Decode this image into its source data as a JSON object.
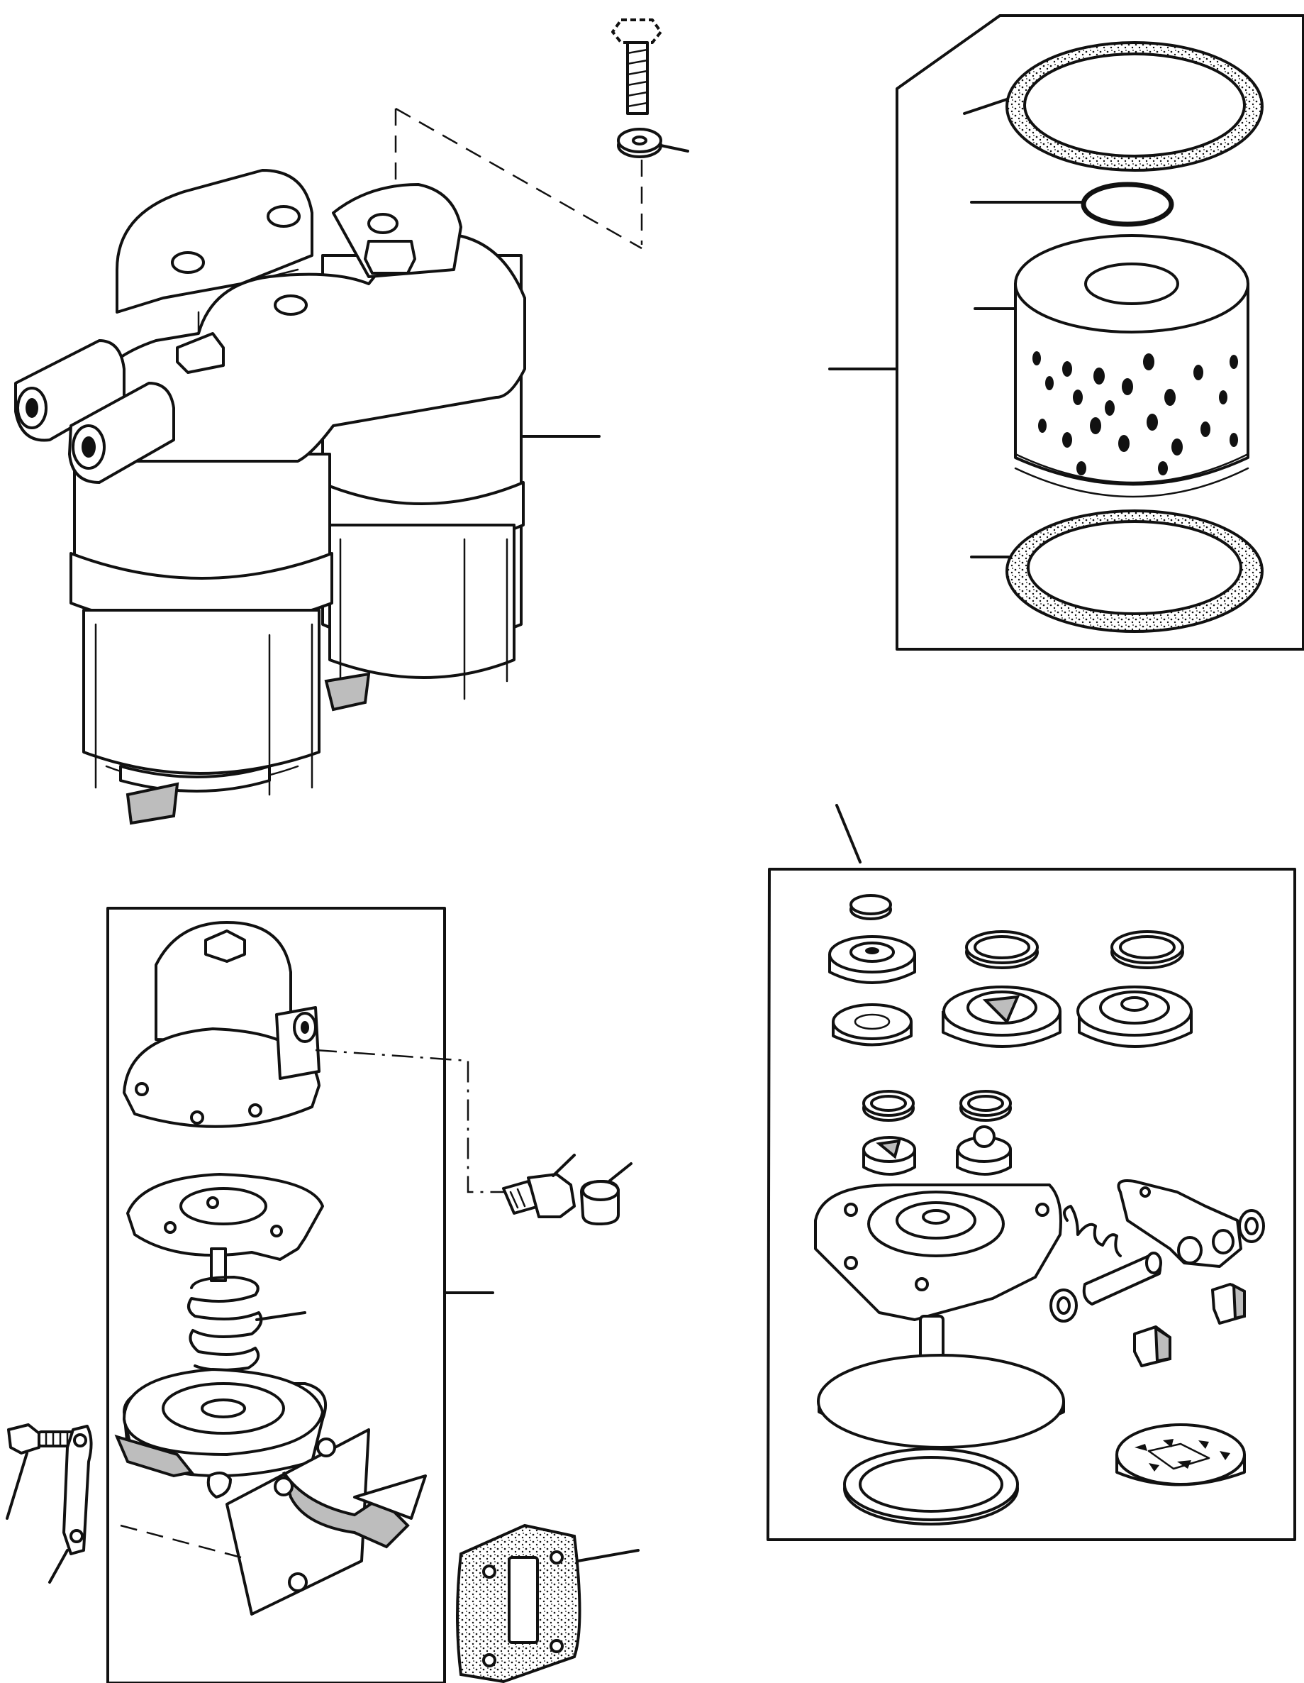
{
  "figure": {
    "kind": "exploded parts diagram",
    "assemblies": [
      "twin-fuel-filter-assembly",
      "filter-element-kit",
      "fuel-lift-pump",
      "lift-pump-repair-kit"
    ],
    "colors": {
      "line": "#111111",
      "background": "#ffffff",
      "shade": "#bdbdbd"
    }
  }
}
